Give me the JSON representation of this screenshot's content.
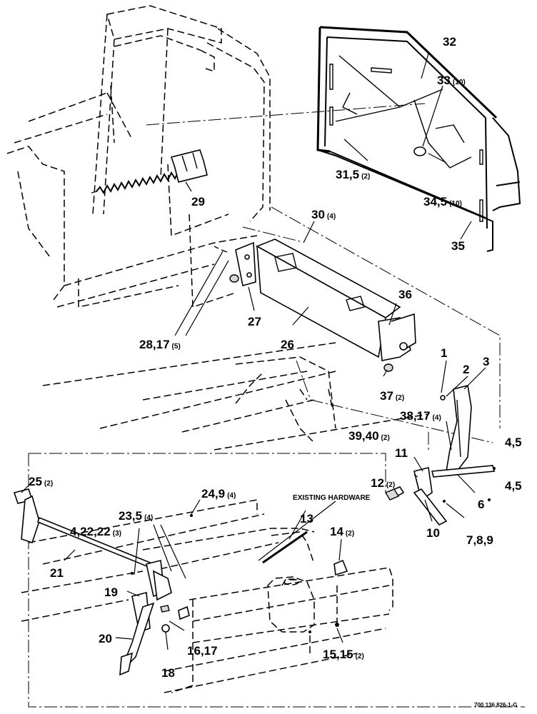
{
  "callouts": {
    "c1": "1",
    "c2": "2",
    "c3": "3",
    "c4_5a": "4,5",
    "c4_5b": "4,5",
    "c6": "6",
    "c7_8_9": "7,8,9",
    "c10": "10",
    "c11": "11",
    "c12": "12",
    "c12q": "(2)",
    "c13": "13",
    "c14": "14",
    "c14q": "(2)",
    "c15": "15,15",
    "c15q": "(2)",
    "c16_17": "16,17",
    "c18": "18",
    "c19": "19",
    "c20": "20",
    "c21": "21",
    "c4_22_22": "4,22,22",
    "c4_22_22q": "(3)",
    "c23_5": "23,5",
    "c23_5q": "(4)",
    "c24_9": "24,9",
    "c24_9q": "(4)",
    "c25": "25",
    "c25q": "(2)",
    "c26": "26",
    "c27": "27",
    "c28_17": "28,17",
    "c28_17q": "(5)",
    "c29": "29",
    "c30": "30",
    "c30q": "(4)",
    "c31_5": "31,5",
    "c31_5q": "(2)",
    "c32": "32",
    "c33": "33",
    "c33q": "(10)",
    "c34_5": "34,5",
    "c34_5q": "(10)",
    "c35": "35",
    "c36": "36",
    "c37": "37",
    "c37q": "(2)",
    "c38_17": "38,17",
    "c38_17q": "(4)",
    "c39_40": "39,40",
    "c39_40q": "(2)"
  },
  "existing_hardware": "EXISTING HARDWARE",
  "doc_number": "700 136 826-1-G"
}
